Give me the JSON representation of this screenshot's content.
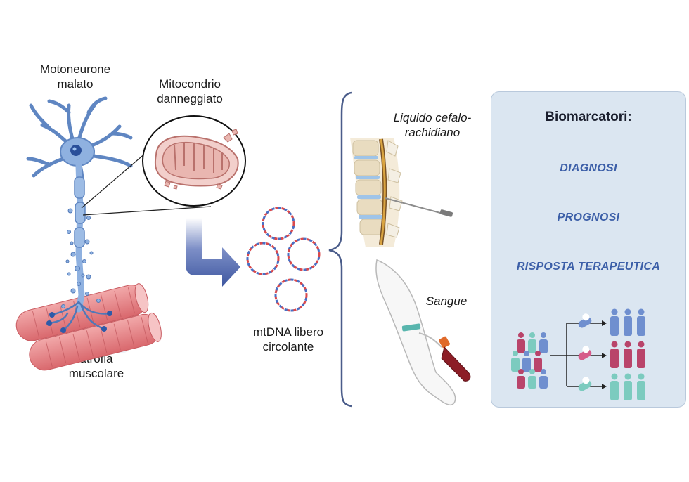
{
  "labels": {
    "motoneurone": [
      "Motoneurone",
      "malato"
    ],
    "mitocondrio": [
      "Mitocondrio",
      "danneggiato"
    ],
    "atrofia": [
      "atrofia",
      "muscolare"
    ],
    "mtdna": [
      "mtDNA libero",
      "circolante"
    ],
    "liquido": [
      "Liquido cefalo-",
      "rachidiano"
    ],
    "sangue": "Sangue"
  },
  "panel": {
    "title": "Biomarcatori:",
    "items": [
      "DIAGNOSI",
      "PROGNOSI",
      "RISPOSTA TERAPEUTICA"
    ]
  },
  "colors": {
    "neuron": "#6e96cf",
    "muscle": "#e07d80",
    "mito": "#d69a97",
    "arrow": "#3e57a0",
    "panel_bg": "#dbe6f1",
    "accent_text": "#3c5fa8",
    "person_blue": "#6f8fcf",
    "person_red": "#b9446a",
    "person_teal": "#7ccbbf"
  }
}
